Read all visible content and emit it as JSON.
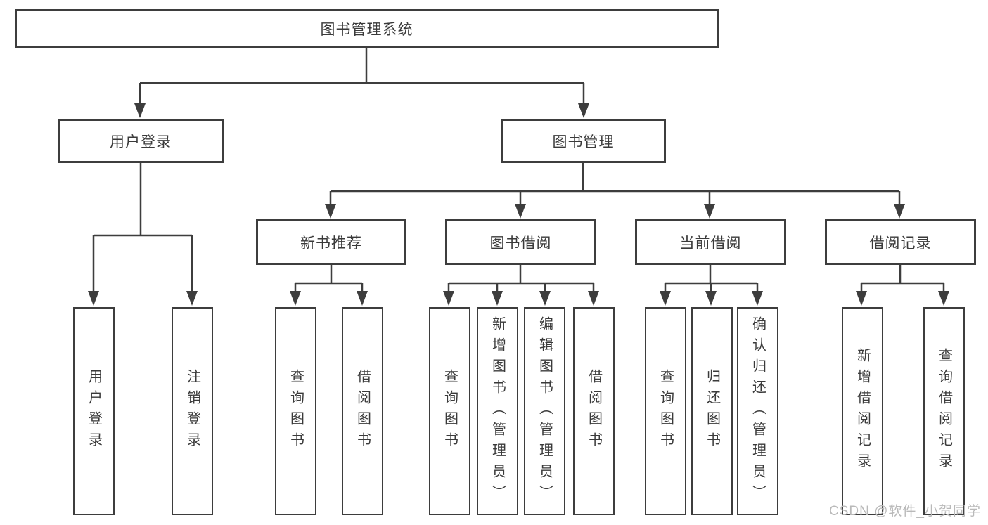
{
  "diagram": {
    "root": {
      "label": "图书管理系统"
    },
    "level2": [
      {
        "label": "用户登录"
      },
      {
        "label": "图书管理"
      }
    ],
    "level3": [
      {
        "label": "新书推荐"
      },
      {
        "label": "图书借阅"
      },
      {
        "label": "当前借阅"
      },
      {
        "label": "借阅记录"
      }
    ],
    "leaves": [
      {
        "label": "用户登录",
        "parent": "用户登录"
      },
      {
        "label": "注销登录",
        "parent": "用户登录"
      },
      {
        "label": "查询图书",
        "parent": "新书推荐"
      },
      {
        "label": "借阅图书",
        "parent": "新书推荐"
      },
      {
        "label": "查询图书",
        "parent": "图书借阅"
      },
      {
        "label": "新增图书（管理员）",
        "parent": "图书借阅"
      },
      {
        "label": "编辑图书（管理员）",
        "parent": "图书借阅"
      },
      {
        "label": "借阅图书",
        "parent": "图书借阅"
      },
      {
        "label": "查询图书",
        "parent": "当前借阅"
      },
      {
        "label": "归还图书",
        "parent": "当前借阅"
      },
      {
        "label": "确认归还（管理员）",
        "parent": "当前借阅"
      },
      {
        "label": "新增借阅记录",
        "parent": "借阅记录"
      },
      {
        "label": "查询借阅记录",
        "parent": "借阅记录"
      }
    ]
  },
  "watermark": "CSDN @软件_小贺同学",
  "colors": {
    "line": "#3d3d3d",
    "border": "#3d3d3d",
    "text": "#3a3a3a",
    "watermark": "#b9b9b9",
    "background": "#ffffff"
  }
}
